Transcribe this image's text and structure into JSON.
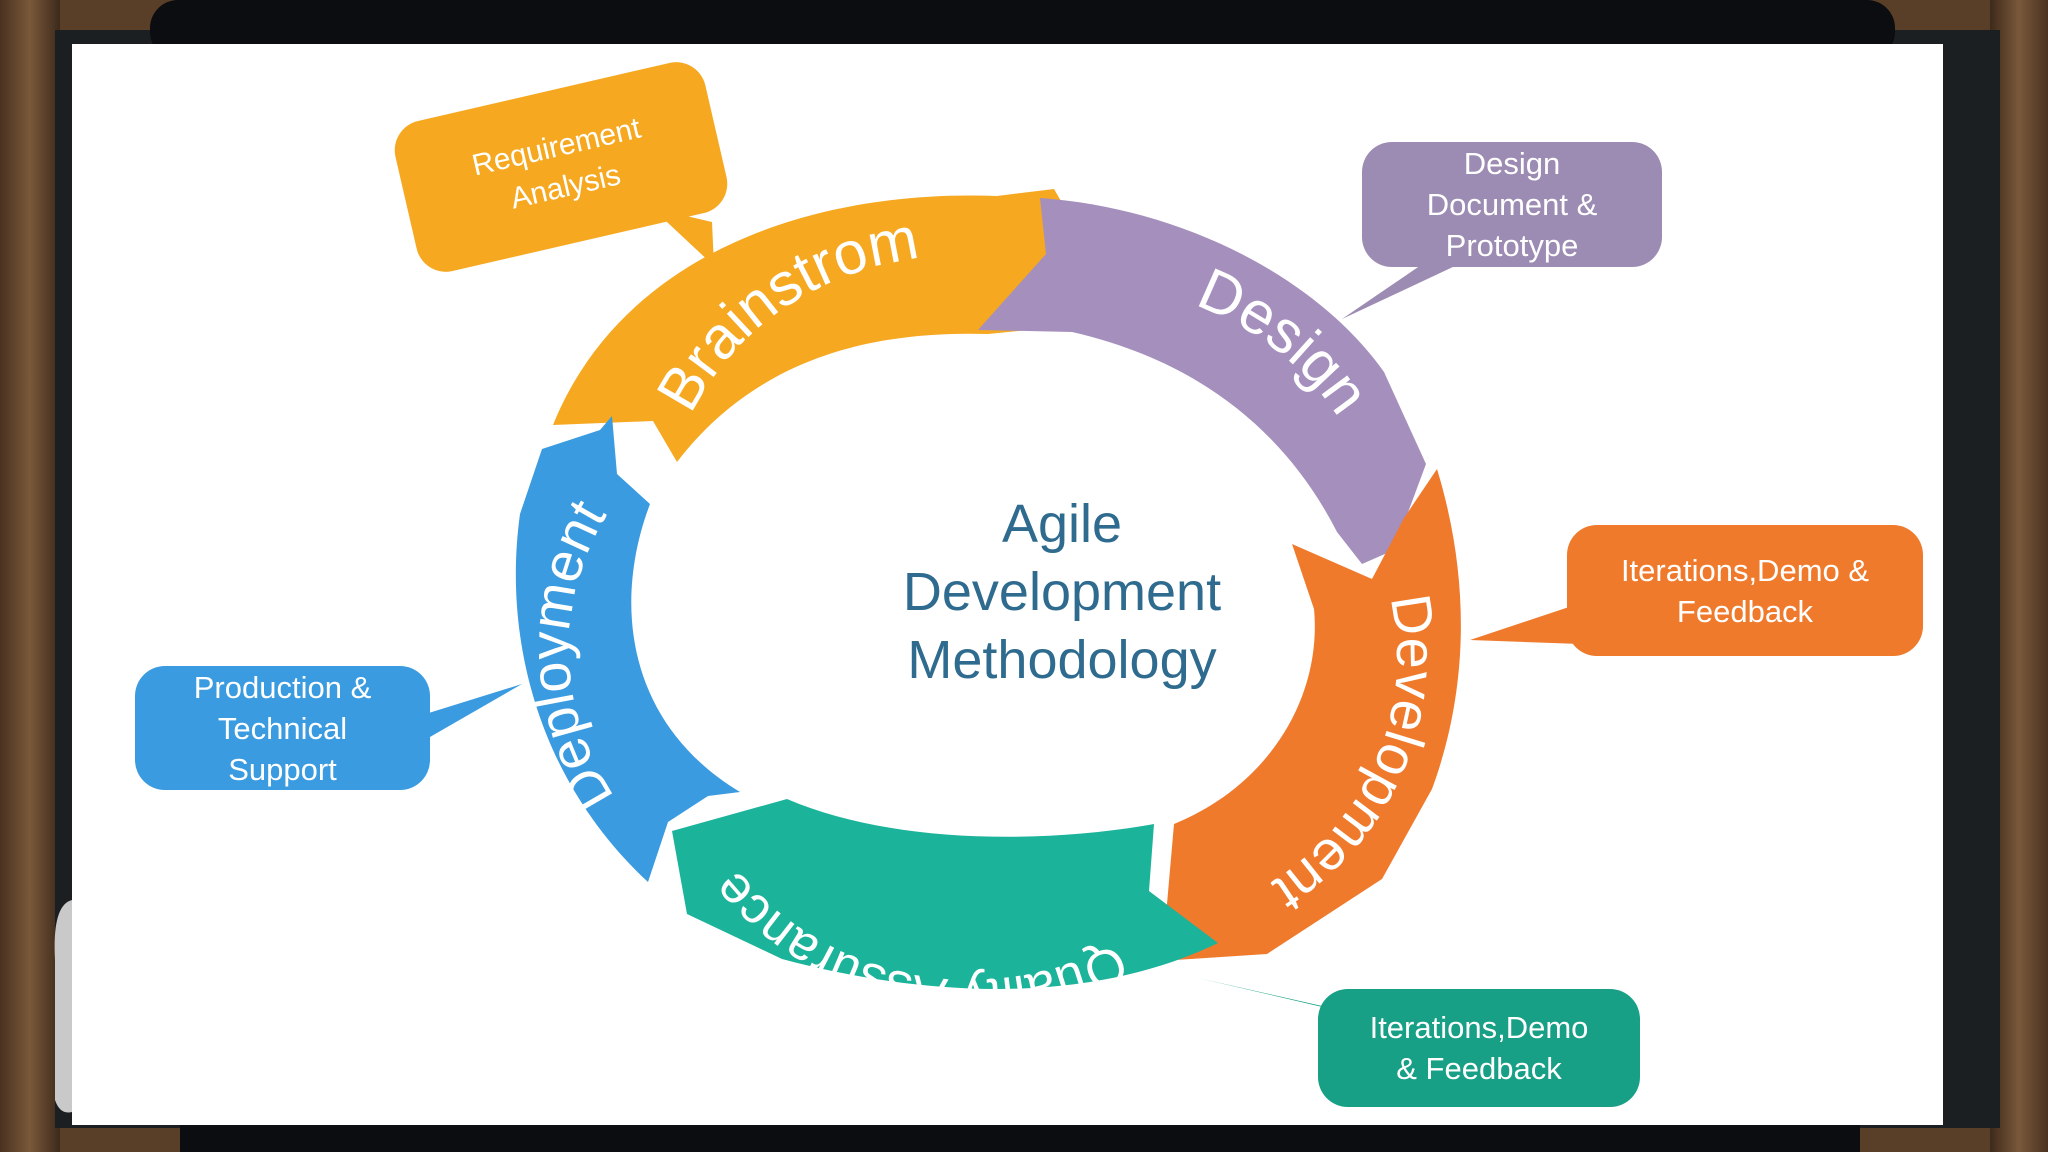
{
  "center_title": [
    "Agile",
    "Development",
    "Methodology"
  ],
  "phases": [
    {
      "label": "Brainstrom",
      "color": "#f6a820"
    },
    {
      "label": "Design",
      "color": "#a58fbd"
    },
    {
      "label": "Development",
      "color": "#ef7a2c"
    },
    {
      "label": "Quality Assurance",
      "color": "#1cb39b"
    },
    {
      "label": "Deployment",
      "color": "#3a9be0"
    }
  ],
  "callouts": [
    {
      "text": "Requirement\nAnalysis",
      "color": "#f6a820"
    },
    {
      "text": "Design\nDocument &\nPrototype",
      "color": "#9c8bb3"
    },
    {
      "text": "Iterations,Demo &\nFeedback",
      "color": "#ef7a2c"
    },
    {
      "text": "Iterations,Demo\n& Feedback",
      "color": "#17a085"
    },
    {
      "text": "Production &\nTechnical\nSupport",
      "color": "#3a9be0"
    }
  ],
  "colors": {
    "title": "#2e6b8e",
    "frame_wood": "#5a3f28",
    "board": "#1c1f22",
    "slide": "#ffffff"
  }
}
